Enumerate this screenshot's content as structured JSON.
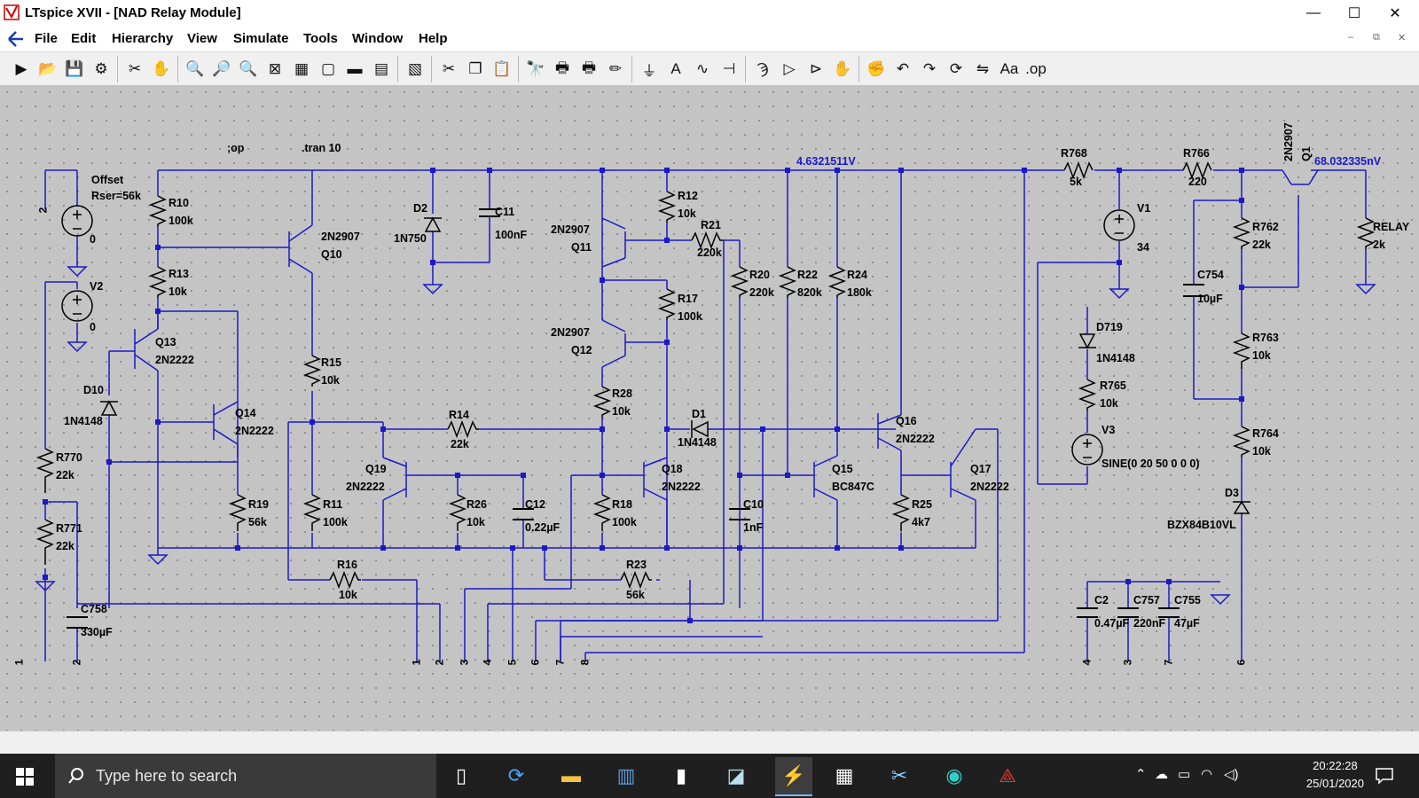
{
  "window": {
    "title": "LTspice XVII - [NAD Relay Module]",
    "controls": {
      "minimize": "—",
      "maximize": "☐",
      "close": "✕"
    },
    "mdi_controls": {
      "minimize": "–",
      "restore": "⧉",
      "close": "✕"
    }
  },
  "menu": [
    "File",
    "Edit",
    "Hierarchy",
    "View",
    "Simulate",
    "Tools",
    "Window",
    "Help"
  ],
  "toolbar_icons": [
    "run-icon",
    "open-icon",
    "save-icon",
    "control-panel-icon",
    "halt-icon",
    "pan-icon",
    "zoom-in-icon",
    "zoom-area-icon",
    "zoom-out-icon",
    "zoom-fit-icon",
    "autorange-icon",
    "fullscreen-icon",
    "tile-horizontal-icon",
    "tile-vertical-icon",
    "cascade-icon",
    "cut-icon",
    "copy-icon",
    "paste-icon",
    "find-icon",
    "print-icon",
    "print-setup-icon",
    "draw-wire-icon",
    "ground-icon",
    "label-net-icon",
    "resistor-icon",
    "capacitor-icon",
    "inductor-icon",
    "diode-icon",
    "component-icon",
    "move-icon",
    "drag-icon",
    "undo-icon",
    "redo-icon",
    "rotate-icon",
    "mirror-icon",
    "text-icon",
    "spice-directive-icon"
  ],
  "toolbar_glyphs": [
    "▶",
    "📂",
    "💾",
    "⚙",
    "✂",
    "✋",
    "🔍",
    "🔎",
    "🔍",
    "⊠",
    "▦",
    "▢",
    "▬",
    "▤",
    "▧",
    "✂",
    "❐",
    "📋",
    "🔭",
    "🖶",
    "🖶",
    "✏",
    "⏚",
    "A",
    "∿",
    "⊣",
    "Ϡ",
    "▷",
    "⊳",
    "✋",
    "✊",
    "↶",
    "↷",
    "⟳",
    "⇋",
    "Aa",
    ".op"
  ],
  "schematic": {
    "directives": {
      "op": ";op",
      "tran": ".tran 10"
    },
    "node_voltages": {
      "main_rail": "4.6321511V",
      "relay_node": "68.032335nV"
    },
    "components": [
      {
        "id": "offset_src",
        "label": "Offset",
        "value": "Rser=56k"
      },
      {
        "id": "R10",
        "label": "R10",
        "value": "100k"
      },
      {
        "id": "R13",
        "label": "R13",
        "value": "10k"
      },
      {
        "id": "Q10",
        "label": "2N2907",
        "value": "Q10"
      },
      {
        "id": "D2",
        "label": "D2",
        "value": "1N750"
      },
      {
        "id": "C11",
        "label": "C11",
        "value": "100nF"
      },
      {
        "id": "V2",
        "label": "V2",
        "value": "0"
      },
      {
        "id": "V_top",
        "label": "",
        "value": "0"
      },
      {
        "id": "Q13",
        "label": "Q13",
        "value": "2N2222"
      },
      {
        "id": "D10",
        "label": "D10",
        "value": "1N4148"
      },
      {
        "id": "Q14",
        "label": "Q14",
        "value": "2N2222"
      },
      {
        "id": "R15",
        "label": "R15",
        "value": "10k"
      },
      {
        "id": "R770",
        "label": "R770",
        "value": "22k"
      },
      {
        "id": "R771",
        "label": "R771",
        "value": "22k"
      },
      {
        "id": "R19",
        "label": "R19",
        "value": "56k"
      },
      {
        "id": "R11",
        "label": "R11",
        "value": "100k"
      },
      {
        "id": "C758",
        "label": "C758",
        "value": "330µF"
      },
      {
        "id": "R16",
        "label": "R16",
        "value": "10k"
      },
      {
        "id": "Q11",
        "label": "2N2907",
        "value": "Q11"
      },
      {
        "id": "Q12",
        "label": "2N2907",
        "value": "Q12"
      },
      {
        "id": "R12",
        "label": "R12",
        "value": "10k"
      },
      {
        "id": "R21",
        "label": "R21",
        "value": "220k"
      },
      {
        "id": "R17",
        "label": "R17",
        "value": "100k"
      },
      {
        "id": "R28",
        "label": "R28",
        "value": "10k"
      },
      {
        "id": "R14",
        "label": "R14",
        "value": "22k"
      },
      {
        "id": "Q19",
        "label": "Q19",
        "value": "2N2222"
      },
      {
        "id": "R26",
        "label": "R26",
        "value": "10k"
      },
      {
        "id": "C12",
        "label": "C12",
        "value": "0.22µF"
      },
      {
        "id": "R18",
        "label": "R18",
        "value": "100k"
      },
      {
        "id": "Q18",
        "label": "Q18",
        "value": "2N2222"
      },
      {
        "id": "D1",
        "label": "D1",
        "value": "1N4148"
      },
      {
        "id": "R23",
        "label": "R23",
        "value": "56k"
      },
      {
        "id": "R20",
        "label": "R20",
        "value": "220k"
      },
      {
        "id": "R22",
        "label": "R22",
        "value": "820k"
      },
      {
        "id": "R24",
        "label": "R24",
        "value": "180k"
      },
      {
        "id": "C10",
        "label": "C10",
        "value": "1nF"
      },
      {
        "id": "Q15",
        "label": "Q15",
        "value": "BC847C"
      },
      {
        "id": "Q16",
        "label": "Q16",
        "value": "2N2222"
      },
      {
        "id": "R25",
        "label": "R25",
        "value": "4k7"
      },
      {
        "id": "Q17",
        "label": "Q17",
        "value": "2N2222"
      },
      {
        "id": "R768",
        "label": "R768",
        "value": "5k"
      },
      {
        "id": "R766",
        "label": "R766",
        "value": "220"
      },
      {
        "id": "V1",
        "label": "V1",
        "value": "34"
      },
      {
        "id": "D719",
        "label": "D719",
        "value": "1N4148"
      },
      {
        "id": "R765",
        "label": "R765",
        "value": "10k"
      },
      {
        "id": "V3",
        "label": "V3",
        "value": "SINE(0 20 50 0 0 0)"
      },
      {
        "id": "Q1",
        "label": "Q1",
        "value": "2N2907"
      },
      {
        "id": "R762",
        "label": "R762",
        "value": "22k"
      },
      {
        "id": "C754",
        "label": "C754",
        "value": "10µF"
      },
      {
        "id": "R763",
        "label": "R763",
        "value": "10k"
      },
      {
        "id": "R764",
        "label": "R764",
        "value": "10k"
      },
      {
        "id": "D3",
        "label": "D3",
        "value": "BZX84B10VL"
      },
      {
        "id": "RELAY",
        "label": "RELAY",
        "value": "2k"
      },
      {
        "id": "C2",
        "label": "C2",
        "value": "0.47µF"
      },
      {
        "id": "C757",
        "label": "C757",
        "value": "220nF"
      },
      {
        "id": "C755",
        "label": "C755",
        "value": "47µF"
      }
    ],
    "ports": {
      "offset_top": "2",
      "left1": "1",
      "left2": "2",
      "bottom": [
        "1",
        "2",
        "3",
        "4",
        "5",
        "6",
        "7",
        "8"
      ],
      "right": [
        "4",
        "3",
        "7",
        "6"
      ]
    }
  },
  "taskbar": {
    "search_placeholder": "Type here to search",
    "time": "20:22:28",
    "date": "25/01/2020",
    "apps": [
      "task-view-icon",
      "sync-icon",
      "file-explorer-icon",
      "bank-icon",
      "document-icon",
      "notepad-icon",
      "ltspice-icon",
      "calculator-icon",
      "snipping-icon",
      "edge-dev-icon",
      "acrobat-icon"
    ]
  }
}
